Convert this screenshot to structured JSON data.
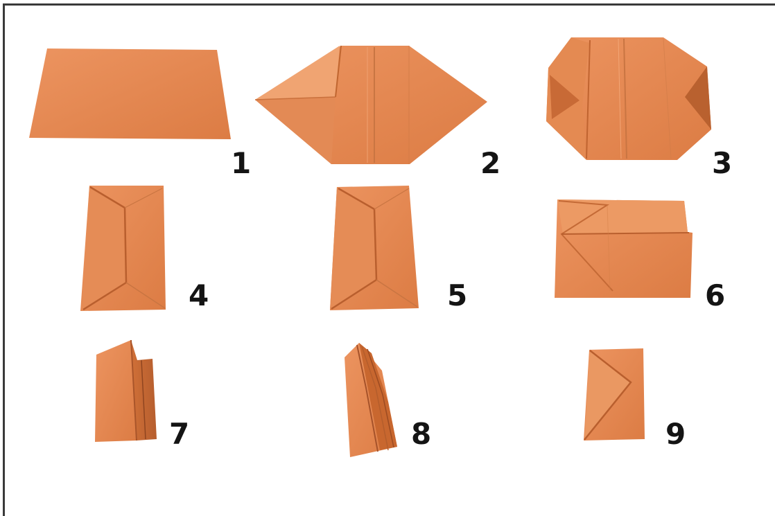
{
  "diagram": {
    "colors": {
      "paper": "#e4864f",
      "paper_light": "#ee9a66",
      "paper_shadow": "#c56a36",
      "paper_dark": "#a9552a",
      "crease": "#c97542",
      "frame": "#3a3a3a",
      "text": "#141414"
    },
    "steps": [
      {
        "number": "1"
      },
      {
        "number": "2"
      },
      {
        "number": "3"
      },
      {
        "number": "4"
      },
      {
        "number": "5"
      },
      {
        "number": "6"
      },
      {
        "number": "7"
      },
      {
        "number": "8"
      },
      {
        "number": "9"
      }
    ]
  }
}
